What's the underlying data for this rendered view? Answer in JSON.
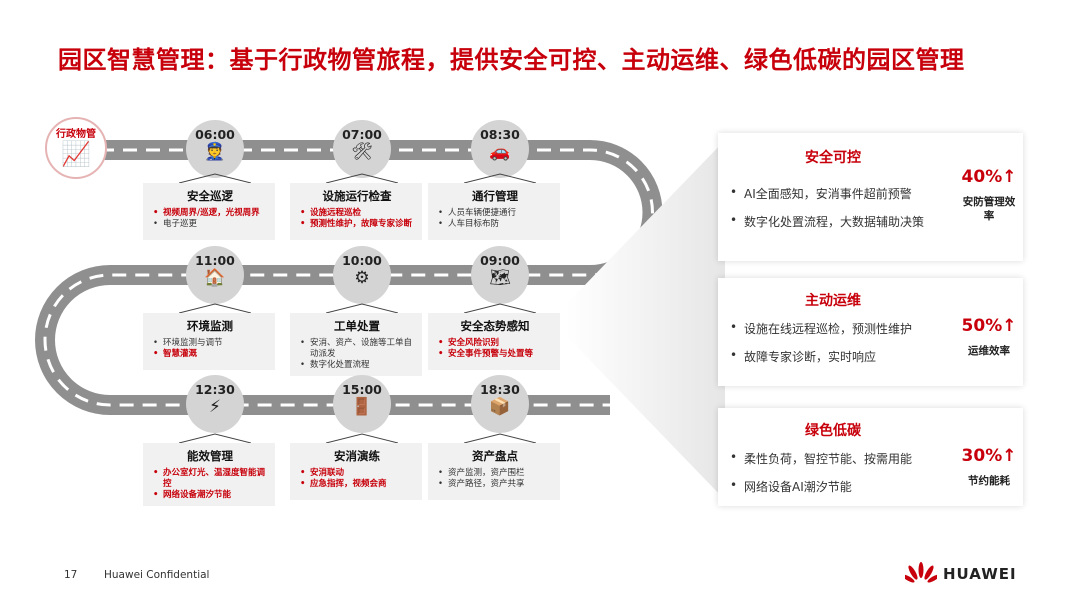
{
  "title": "园区智慧管理：基于行政物管旅程，提供安全可控、主动运维、绿色低碳的园区管理",
  "start_label": "行政物管",
  "nodes": [
    {
      "time": "06:00",
      "icon": "patrol-guard-icon",
      "title": "安全巡逻",
      "items": [
        {
          "text": "视频周界/巡逻，光视周界",
          "hl": true
        },
        {
          "text": "电子巡更",
          "hl": false
        }
      ]
    },
    {
      "time": "07:00",
      "icon": "facility-checklist-icon",
      "title": "设施运行检查",
      "items": [
        {
          "text": "设施远程巡检",
          "hl": true
        },
        {
          "text": "预测性维护，故障专家诊断",
          "hl": true
        }
      ]
    },
    {
      "time": "08:30",
      "icon": "vehicle-pass-icon",
      "title": "通行管理",
      "items": [
        {
          "text": "人员车辆便捷通行",
          "hl": false
        },
        {
          "text": "人车目标布防",
          "hl": false
        }
      ]
    },
    {
      "time": "11:00",
      "icon": "environment-home-icon",
      "title": "环境监测",
      "items": [
        {
          "text": "环境监测与调节",
          "hl": false
        },
        {
          "text": "智慧灌溉",
          "hl": true
        }
      ]
    },
    {
      "time": "10:00",
      "icon": "work-order-icon",
      "title": "工单处置",
      "items": [
        {
          "text": "安消、资产、设施等工单自动派发",
          "hl": false
        },
        {
          "text": "数字化处置流程",
          "hl": false
        }
      ]
    },
    {
      "time": "09:00",
      "icon": "situation-awareness-icon",
      "title": "安全态势感知",
      "items": [
        {
          "text": "安全风险识别",
          "hl": true
        },
        {
          "text": "安全事件预警与处置等",
          "hl": true
        }
      ]
    },
    {
      "time": "12:30",
      "icon": "energy-bolt-icon",
      "title": "能效管理",
      "items": [
        {
          "text": "办公室灯光、温湿度智能调控",
          "hl": true
        },
        {
          "text": "网络设备潮汐节能",
          "hl": true
        }
      ]
    },
    {
      "time": "15:00",
      "icon": "emergency-exit-icon",
      "title": "安消演练",
      "items": [
        {
          "text": "安消联动",
          "hl": true
        },
        {
          "text": "应急指挥，视频会商",
          "hl": true
        }
      ]
    },
    {
      "time": "18:30",
      "icon": "asset-device-icon",
      "title": "资产盘点",
      "items": [
        {
          "text": "资产监测，资产围栏",
          "hl": false
        },
        {
          "text": "资产路径，资产共享",
          "hl": false
        }
      ]
    }
  ],
  "panels": [
    {
      "title": "安全可控",
      "items": [
        "AI全面感知，安消事件超前预警",
        "数字化处置流程，大数据辅助决策"
      ],
      "pct": "40%↑",
      "label": "安防管理效率"
    },
    {
      "title": "主动运维",
      "items": [
        "设施在线远程巡检，预测性维护",
        "故障专家诊断，实时响应"
      ],
      "pct": "50%↑",
      "label": "运维效率"
    },
    {
      "title": "绿色低碳",
      "items": [
        "柔性负荷，智控节能、按需用能",
        "网络设备AI潮汐节能"
      ],
      "pct": "30%↑",
      "label": "节约能耗"
    }
  ],
  "footer": {
    "page": "17",
    "confidential": "Huawei Confidential",
    "brand": "HUAWEI"
  },
  "colors": {
    "accent": "#c7000b",
    "road": "#8f8f8f"
  }
}
